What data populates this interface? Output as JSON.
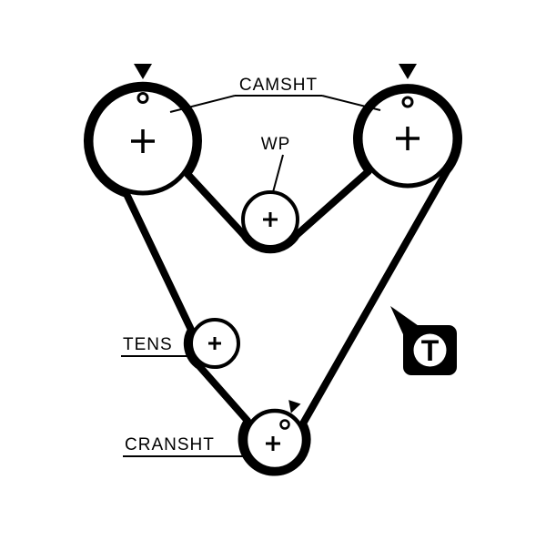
{
  "diagram": {
    "kind": "timing-belt-routing",
    "labels": {
      "camshaft": "CAMSHT",
      "water_pump": "WP",
      "tensioner": "TENS",
      "crankshaft": "CRANSHT"
    },
    "logo": {
      "letter": "T"
    },
    "colors": {
      "foreground": "#000000",
      "background": "#ffffff"
    }
  }
}
